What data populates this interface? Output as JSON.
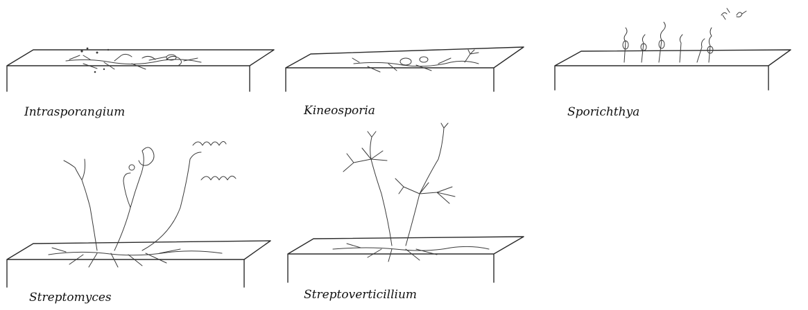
{
  "figure": {
    "genera": [
      {
        "name": "Intrasporangium"
      },
      {
        "name": "Kineosporia"
      },
      {
        "name": "Sporichthya"
      },
      {
        "name": "Streptomyces"
      },
      {
        "name": "Streptoverticillium"
      }
    ]
  }
}
